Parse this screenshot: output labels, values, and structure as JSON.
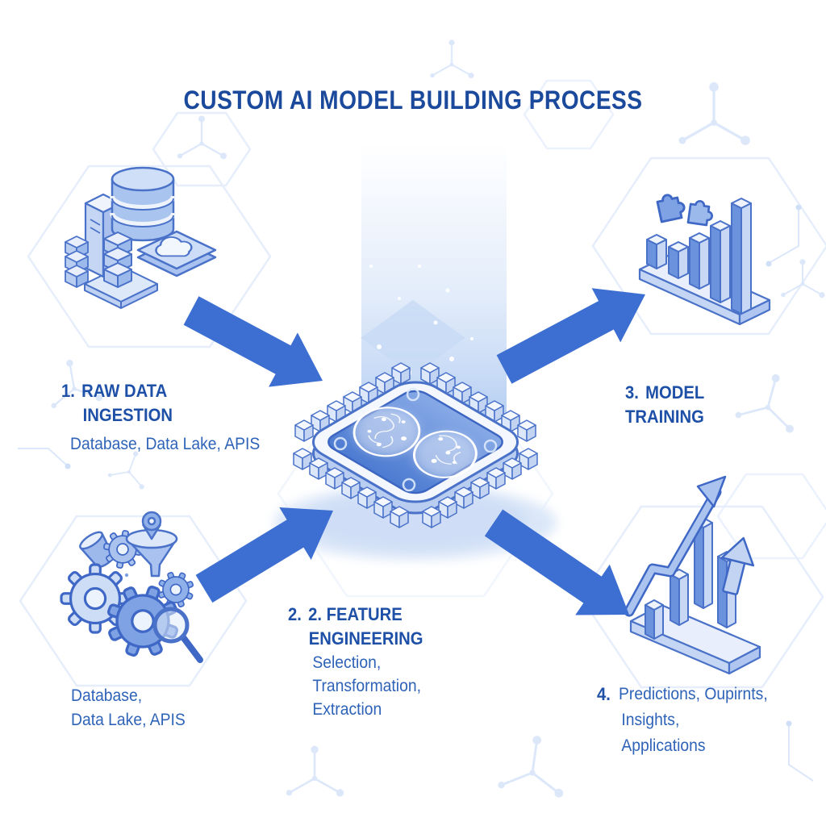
{
  "title": "CUSTOM AI MODEL BUILDING PROCESS",
  "steps": {
    "step1": {
      "number": "1.",
      "title_lines": [
        "RAW DATA",
        "INGESTION"
      ],
      "subtitle": "Database, Data Lake, APIS"
    },
    "step2": {
      "number": "2.",
      "title_lines": [
        "2. FEATURE",
        "ENGINEERING"
      ],
      "subtitle_lines": [
        "Selection,",
        "Transformation,",
        "Extraction"
      ]
    },
    "step3": {
      "number": "3.",
      "title_lines": [
        "MODEL",
        "TRAINING"
      ]
    },
    "step4": {
      "number": "4.",
      "subtitle_lines": [
        "Predictions, Oupirnts,",
        "Insights,",
        "Applications"
      ]
    }
  },
  "side_label": {
    "lines": [
      "Database,",
      "Data Lake, APIS"
    ]
  },
  "icons": {
    "top_left": "database-servers-icon",
    "center": "ai-chip-brain-icon",
    "top_right": "bar-chart-icon",
    "bottom_left": "gears-funnel-icon",
    "bottom_right": "growth-chart-icon",
    "arrows": "flow-arrow"
  },
  "colors": {
    "title": "#1b4a9c",
    "heading": "#1d50a6",
    "body_text": "#2e63b8",
    "arrow": "#3d6fd2",
    "icon_outline": "#4a72c9",
    "icon_fill_light": "#c5d6f4",
    "icon_fill_medium": "#7ea2e3",
    "chip_surface": "#5b85d6",
    "background": "#ffffff",
    "pattern": "#e3ecfb"
  }
}
